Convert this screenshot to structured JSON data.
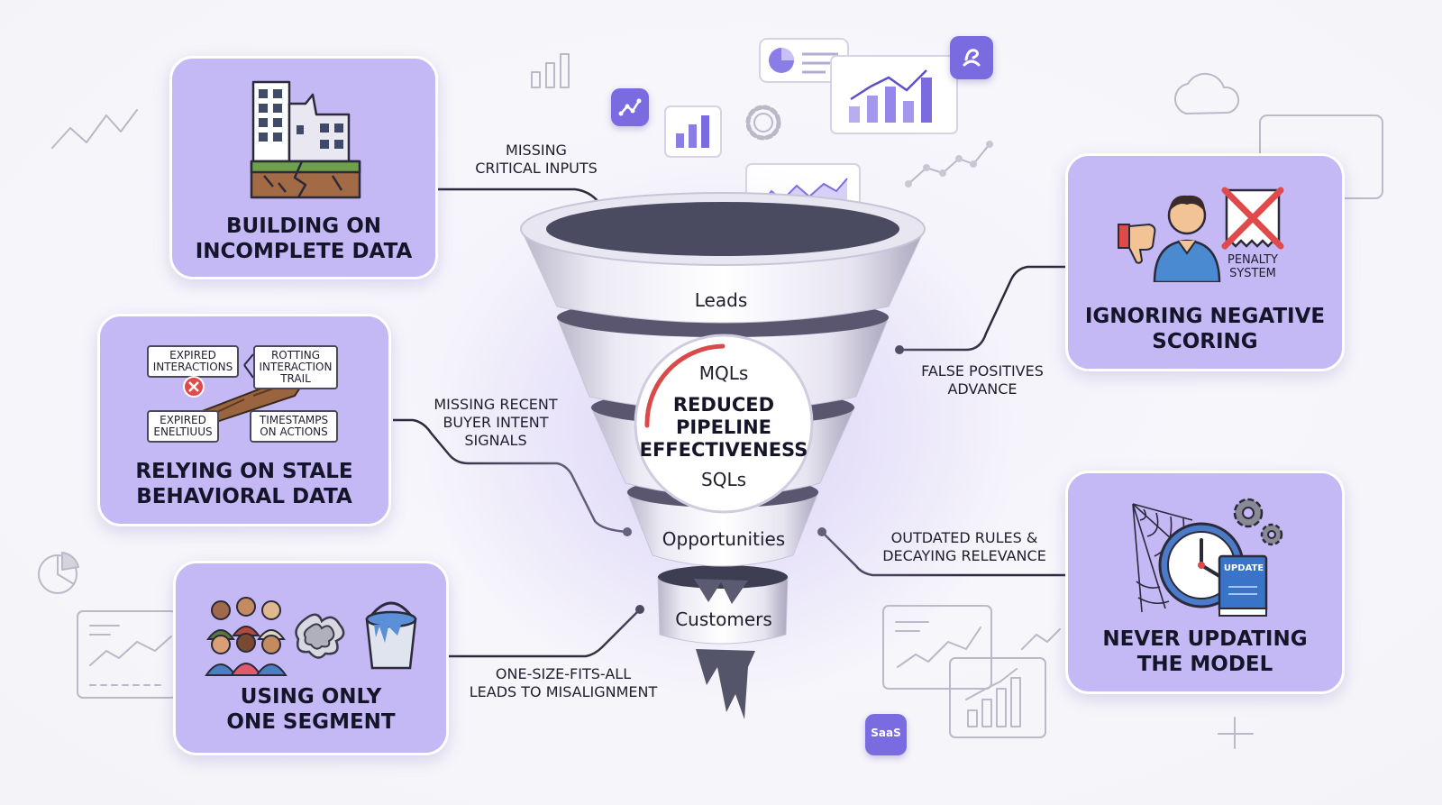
{
  "funnel": {
    "stages": [
      "Leads",
      "MQLs",
      "SQLs",
      "Opportunities",
      "Customers"
    ],
    "center_title": "REDUCED\nPIPELINE\nEFFECTIVENESS"
  },
  "cards": {
    "incomplete": {
      "title": "BUILDING ON\nINCOMPLETE DATA"
    },
    "stale": {
      "title": "RELYING ON STALE\nBEHAVIORAL DATA",
      "tags": [
        "EXPIRED\nINTERACTIONS",
        "ROTTING\nINTERACTION\nTRAIL",
        "EXPIRED\nENELTIUUS",
        "TIMESTAMPS\nON ACTIONS"
      ]
    },
    "segment": {
      "title": "USING ONLY\nONE SEGMENT"
    },
    "negative": {
      "title": "IGNORING NEGATIVE\nSCORING",
      "badge": "PENALTY\nSYSTEM"
    },
    "updating": {
      "title": "NEVER UPDATING\nTHE MODEL",
      "badge": "UPDATE"
    }
  },
  "callouts": {
    "missing_inputs": "MISSING\nCRITICAL INPUTS",
    "intent_signals": "MISSING RECENT\nBUYER INTENT\nSIGNALS",
    "one_size": "ONE-SIZE-FITS-ALL\nLEADS TO MISALIGNMENT",
    "false_positives": "FALSE POSITIVES\nADVANCE",
    "outdated_rules": "OUTDATED RULES &\nDECAYING RELEVANCE"
  },
  "saas_badge": "SaaS",
  "colors": {
    "card": "#c4b8f5",
    "accent": "#7b6be0",
    "connector": "#2a2a3a"
  }
}
